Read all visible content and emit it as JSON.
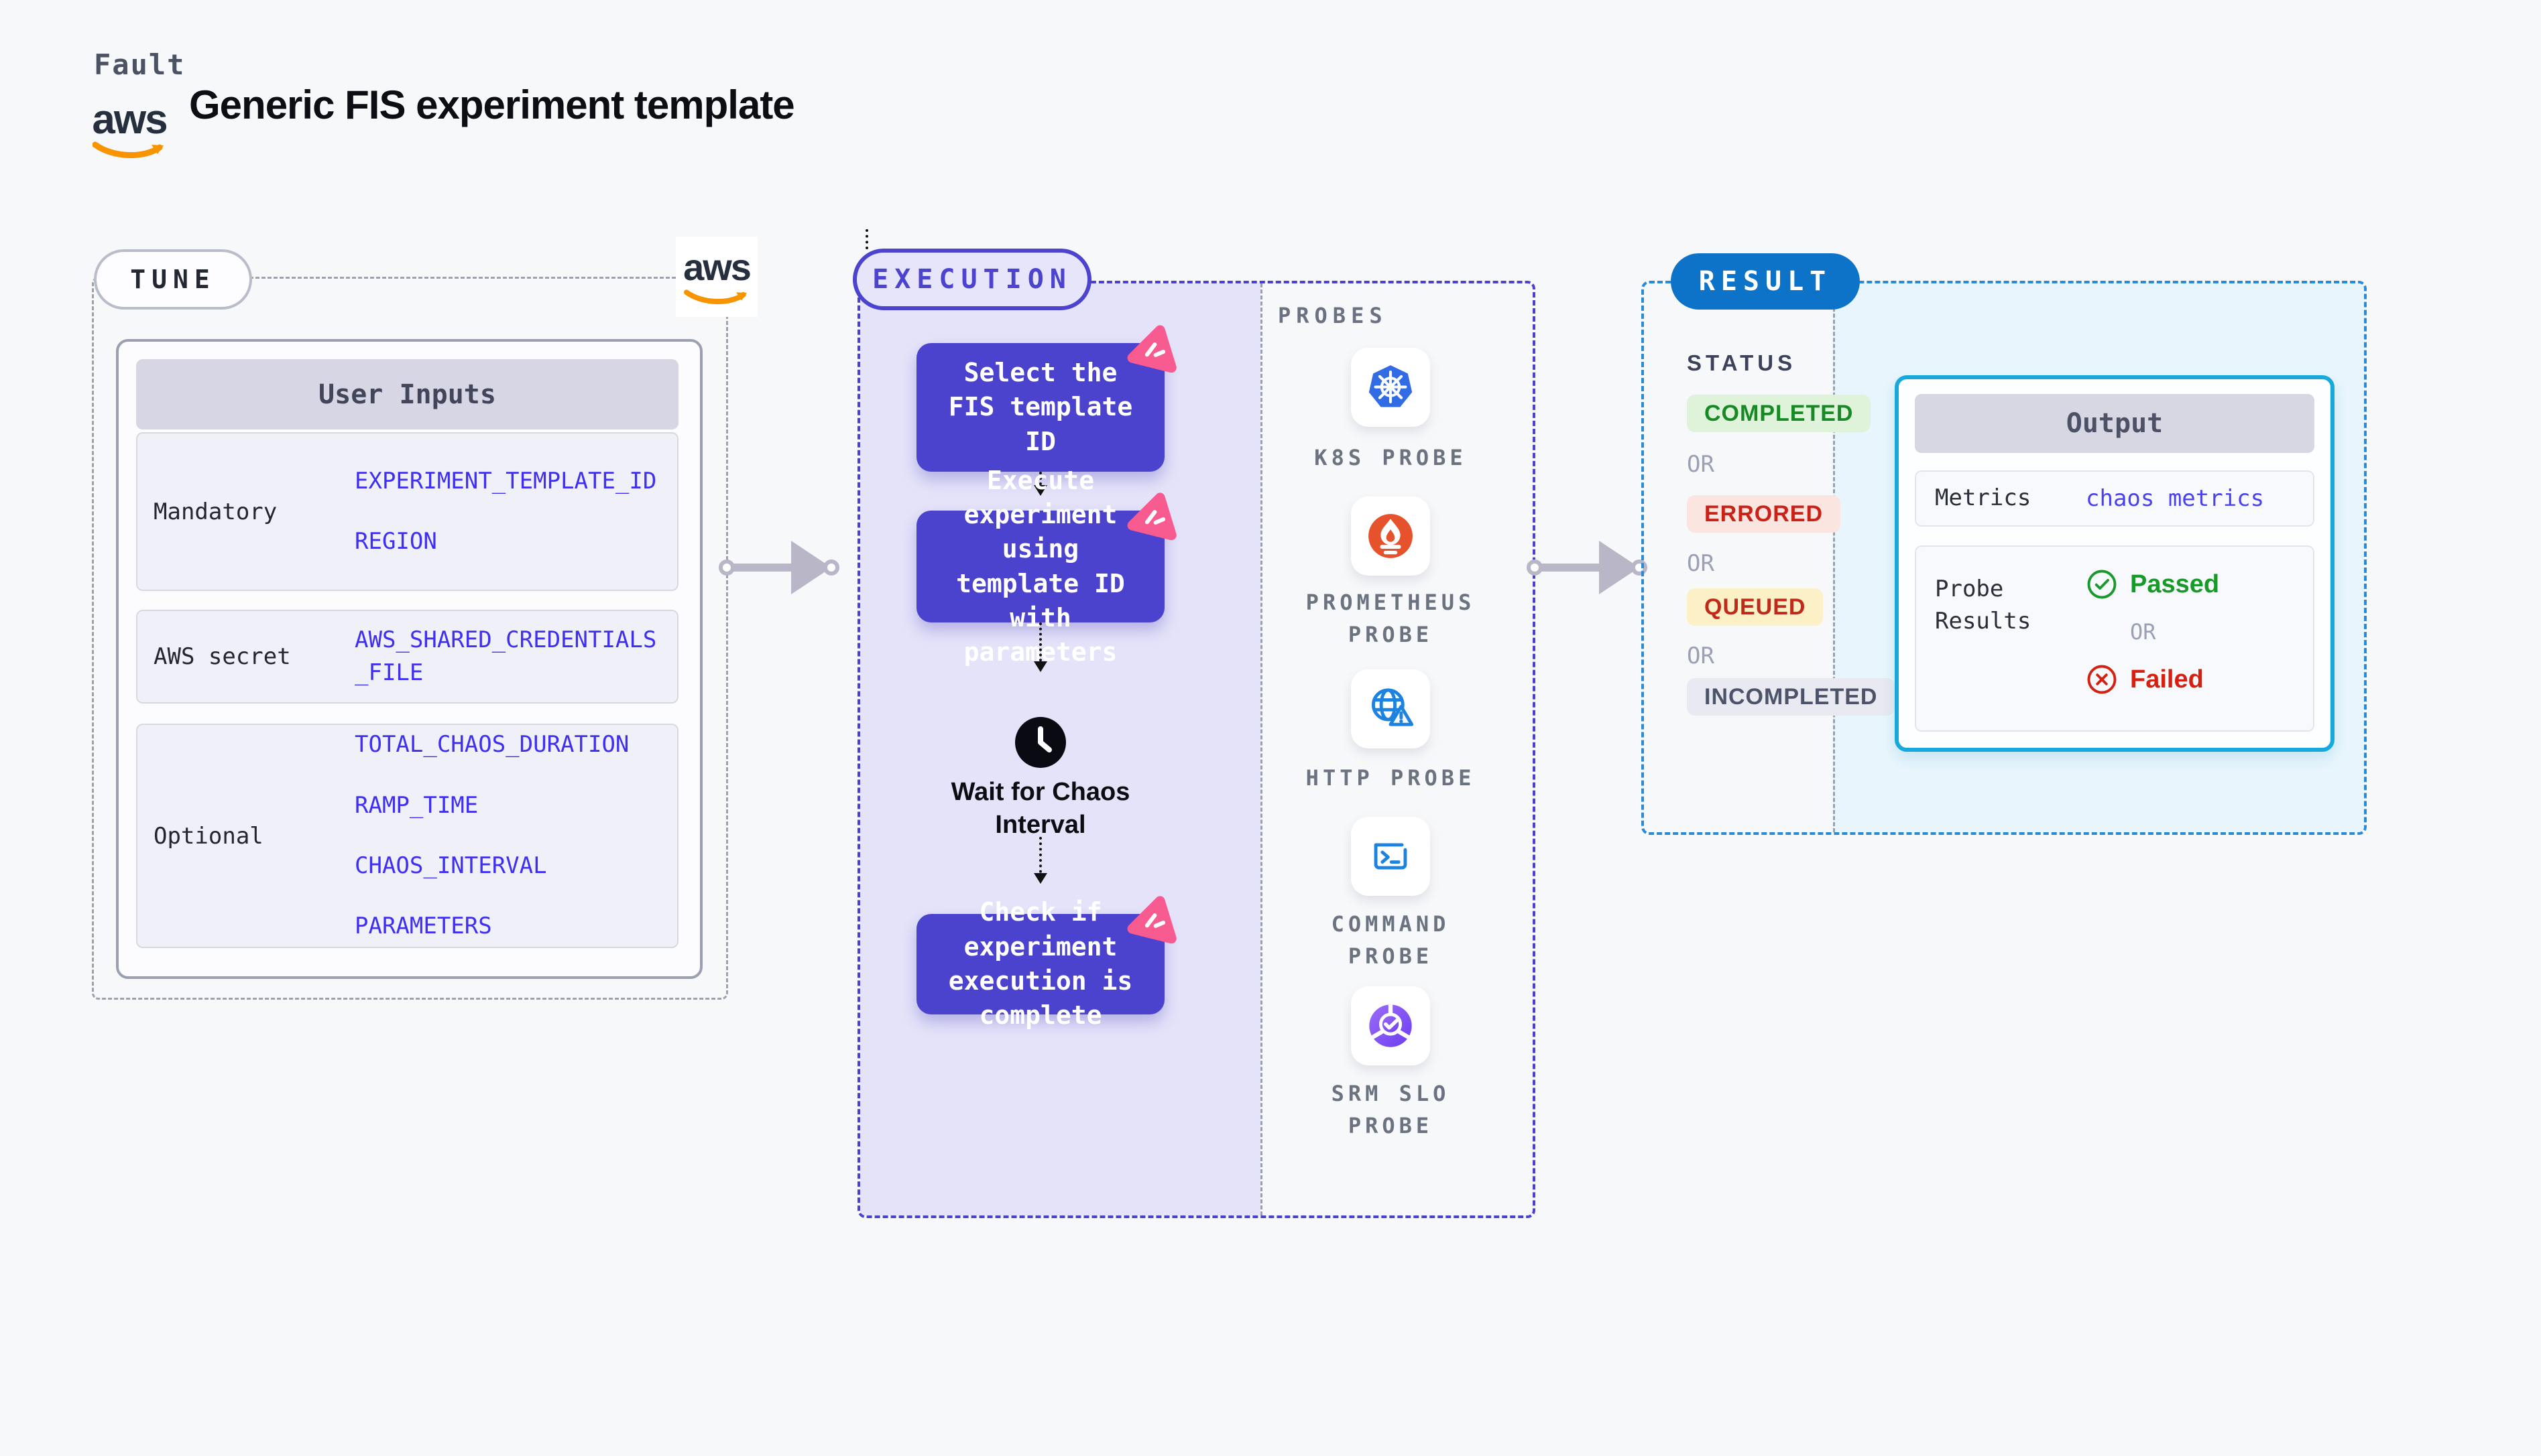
{
  "header": {
    "brand": "Fault",
    "title": "Generic FIS experiment template",
    "aws_logo_text": "aws"
  },
  "tune": {
    "badge": "TUNE",
    "aws_logo_text": "aws",
    "card": {
      "header": "User Inputs",
      "rows": [
        {
          "label": "Mandatory",
          "values": [
            "EXPERIMENT_TEMPLATE_ID",
            "REGION"
          ]
        },
        {
          "label": "AWS secret",
          "values": [
            "AWS_SHARED_CREDENTIALS_FILE"
          ]
        },
        {
          "label": "Optional",
          "values": [
            "TOTAL_CHAOS_DURATION",
            "RAMP_TIME",
            "CHAOS_INTERVAL",
            "PARAMETERS"
          ]
        }
      ]
    }
  },
  "execution": {
    "badge": "EXECUTION",
    "steps": {
      "step1": "Select the FIS template ID",
      "step2": "Execute experiment using template ID with parameters",
      "wait": "Wait for Chaos Interval",
      "step3": "Check if experiment execution is complete"
    },
    "probes": {
      "label": "PROBES",
      "items": [
        {
          "label": "K8S PROBE",
          "icon": "kubernetes-icon"
        },
        {
          "label": "PROMETHEUS PROBE",
          "icon": "prometheus-icon"
        },
        {
          "label": "HTTP PROBE",
          "icon": "http-globe-icon"
        },
        {
          "label": "COMMAND PROBE",
          "icon": "terminal-icon"
        },
        {
          "label": "SRM SLO PROBE",
          "icon": "slo-donut-icon"
        }
      ]
    }
  },
  "result": {
    "badge": "RESULT",
    "status_label": "STATUS",
    "or_label": "OR",
    "statuses": [
      {
        "label": "COMPLETED",
        "text_color": "#178a25",
        "bg_color": "#def3da"
      },
      {
        "label": "ERRORED",
        "text_color": "#cb2217",
        "bg_color": "#fbe5e1"
      },
      {
        "label": "QUEUED",
        "text_color": "#bf2a1b",
        "bg_color": "#fbf0c6"
      },
      {
        "label": "INCOMPLETED",
        "text_color": "#4d5368",
        "bg_color": "#e8e9f1"
      }
    ],
    "output": {
      "header": "Output",
      "metrics_label": "Metrics",
      "metrics_value": "chaos metrics",
      "probe_results_label": "Probe Results",
      "passed": "Passed",
      "or_label": "OR",
      "failed": "Failed"
    }
  },
  "colors": {
    "accent_indigo": "#4b42cd",
    "accent_blue": "#0d73c9",
    "accent_cyan": "#17a9dc",
    "accent_pink": "#f75b90",
    "value_blue": "#3e2ff1",
    "green": "#189a28",
    "red": "#d6200f",
    "aws_orange": "#f79400"
  }
}
